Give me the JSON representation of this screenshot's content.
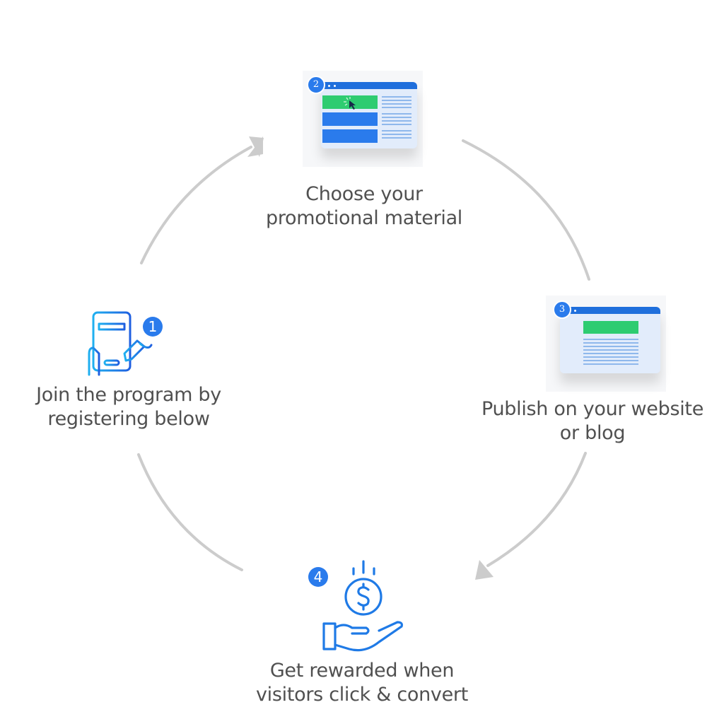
{
  "diagram": {
    "title": "Affiliate program steps",
    "colors": {
      "arrow": "#cccccc",
      "text": "#505050",
      "badge": "#2a7bec",
      "icon_blue": "#1f6fdc",
      "green": "#2ecc71"
    },
    "steps": [
      {
        "number": "1",
        "icon": "tablet-signup-icon",
        "lines": [
          "Join the program by",
          "registering below"
        ]
      },
      {
        "number": "2",
        "icon": "browser-select-banner-icon",
        "lines": [
          "Choose your",
          "promotional material"
        ]
      },
      {
        "number": "3",
        "icon": "browser-published-page-icon",
        "lines": [
          "Publish on your website",
          "or blog"
        ]
      },
      {
        "number": "4",
        "icon": "hand-coin-dollar-icon",
        "lines": [
          "Get rewarded when",
          "visitors click & convert"
        ]
      }
    ],
    "flow": "clockwise"
  }
}
